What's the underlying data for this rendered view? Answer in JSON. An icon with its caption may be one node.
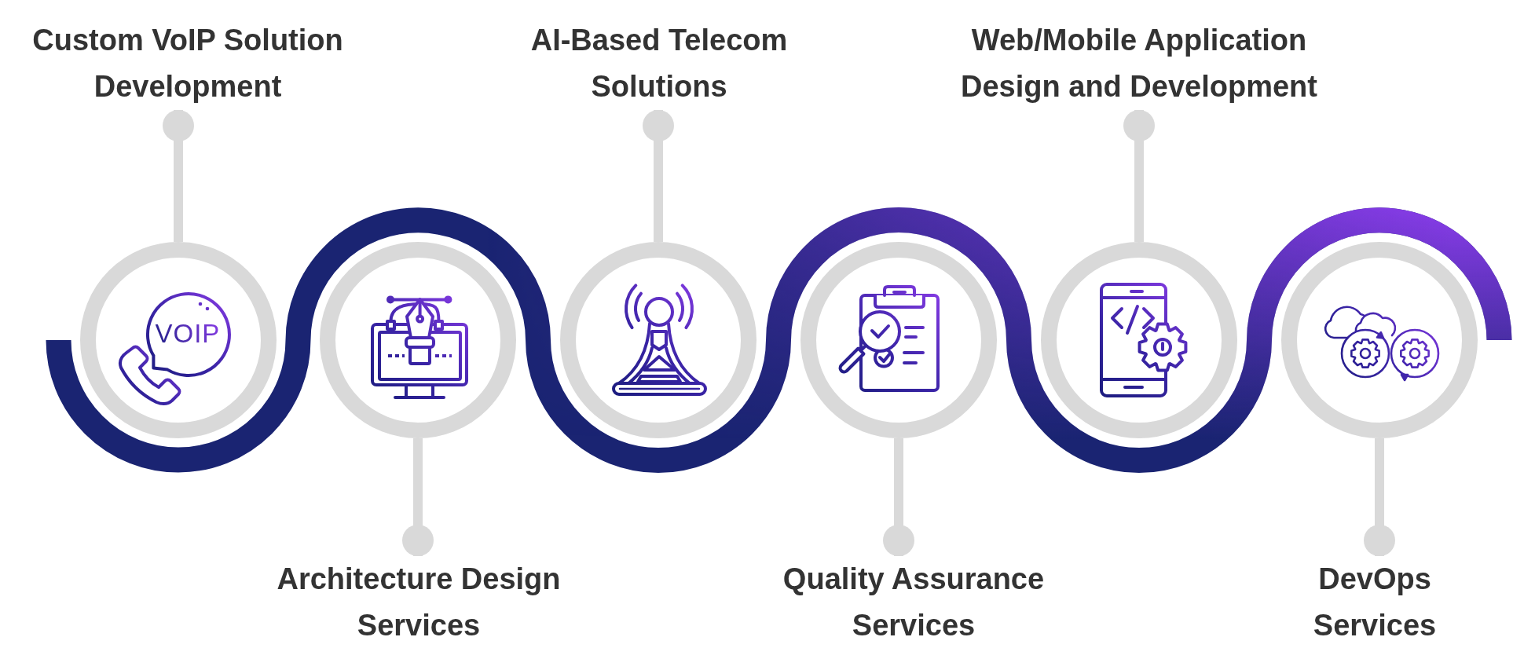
{
  "diagram": {
    "nodes": [
      {
        "text": [
          "Custom VoIP Solution Development"
        ]
      },
      {
        "text": [],
        "shape": "circle"
      },
      {
        "text": [
          "Architecture Design Services"
        ]
      },
      {
        "text": [],
        "shape": "circle"
      },
      {
        "text": [
          "AI-Based Telecom Solutions"
        ]
      },
      {
        "text": [],
        "shape": "circle"
      },
      {
        "text": [
          "Quality Assurance Services"
        ]
      },
      {
        "text": [],
        "shape": "circle"
      },
      {
        "text": [
          "Web/Mobile Application Design and Development"
        ]
      },
      {
        "text": [],
        "shape": "circle"
      },
      {
        "text": [
          "DevOps Services"
        ]
      },
      {
        "text": [],
        "shape": "circle"
      }
    ],
    "edges": [
      {
        "from": 0,
        "to": 1,
        "arrow": "other"
      },
      {
        "from": 2,
        "to": 3,
        "arrow": "other"
      },
      {
        "from": 4,
        "to": 5,
        "arrow": "other"
      },
      {
        "from": 6,
        "to": 7,
        "arrow": "other"
      },
      {
        "from": 8,
        "to": 9,
        "arrow": "other"
      },
      {
        "from": 10,
        "to": 11,
        "arrow": "other"
      }
    ],
    "labels": [
      "VOIP"
    ]
  }
}
